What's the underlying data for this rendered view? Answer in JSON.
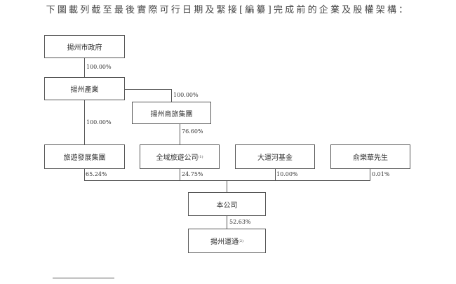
{
  "title": "下圖載列截至最後實際可行日期及緊接[編纂]完成前的企業及股權架構：",
  "entities": {
    "yangzhou_gov": "揚州市政府",
    "yangzhou_industry": "揚州產業",
    "yangzhou_commerce_tourism": "揚州商旅集團",
    "tourism_dev": "旅遊發展集團",
    "quanyu": "全域旅遊公司",
    "quanyu_note": "(1)",
    "grand_canal": "大運河基金",
    "mr_yu": "俞樂華先生",
    "company": "本公司",
    "yunton": "揚州運通",
    "yunton_note": "(2)"
  },
  "percentages": {
    "gov_to_industry": "100.00%",
    "industry_to_commerce": "100.00%",
    "industry_to_tourism_dev": "100.00%",
    "commerce_to_quanyu": "76.60%",
    "tourism_dev_to_company": "65.24%",
    "quanyu_to_company": "24.75%",
    "canal_to_company": "10.00%",
    "yu_to_company": "0.01%",
    "company_to_yunton": "52.63%"
  }
}
